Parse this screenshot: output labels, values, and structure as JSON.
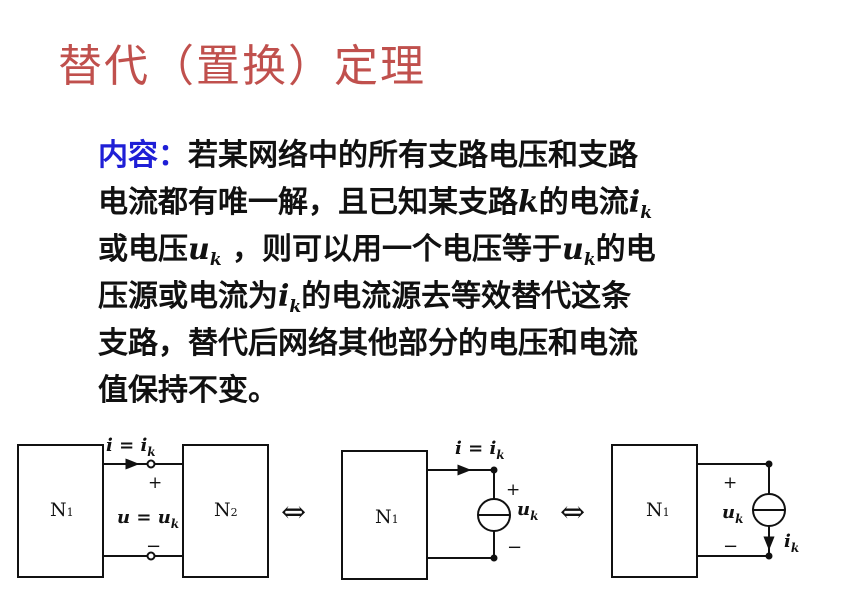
{
  "title": "替代（置换）定理",
  "content": {
    "label": "内容：",
    "line1": "若某网络中的所有支路电压和支路",
    "line2a": "电流都有唯一解，且已知某支路",
    "k": "k",
    "line2b": "的电流",
    "i": "i",
    "sub_k": "k",
    "line3a": "或电压",
    "u": "u",
    "line3b": " ，则可以用一个电压等于",
    "line3c": "的电",
    "line4a": "压源或电流为",
    "line4b": "的电流源去等效替代这条",
    "line5": "支路，替代后网络其他部分的电压和电流",
    "line6": "值保持不变。"
  },
  "diagram": {
    "n1": "N",
    "n1_sub": "1",
    "n2": "N",
    "n2_sub": "2",
    "current_eq": "i = i",
    "voltage_eq": "u = u",
    "u_var": "u",
    "i_var": "i",
    "sub_k": "k",
    "plus": "+",
    "minus": "−",
    "equiv": "⇔"
  }
}
